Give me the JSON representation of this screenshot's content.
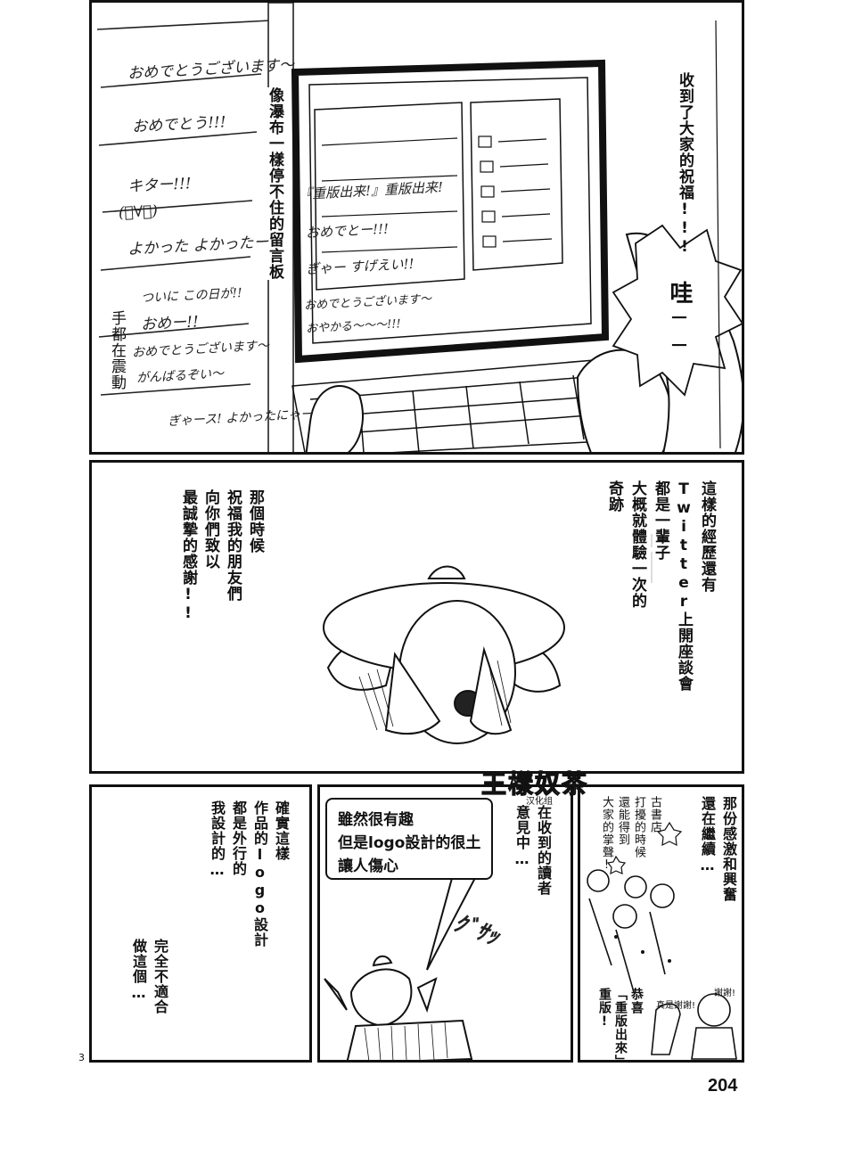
{
  "panel1": {
    "column_left": "手都在震動",
    "column_mid": "像瀑布一樣停不住的留言板",
    "column_right": "收到了大家的祝福!!!",
    "exclaim": "哇──",
    "scroll_messages": [
      "おめでとうございます〜",
      "おめでとう!!!",
      "キター!!!",
      "(ﾟ∀ﾟ)",
      "よかった よかったー",
      "ついに この日が!!",
      "おめー!!",
      "おめでとうございます〜",
      "がんばるぞい〜",
      "ぎゃース! よかったにゃー"
    ],
    "screen_messages": [
      "『重版出来!』重版出来!",
      "おめでとー!!!",
      "ぎゃー すげえい!!",
      "おめでとうございます〜",
      "おやかる〜〜〜!!!"
    ]
  },
  "panel2": {
    "text_right": "這樣的經歷還有\nTwitter上開座談會\n都是一輩子\n大概就體驗一次的\n奇跡",
    "text_left": "那個時候\n祝福我的朋友們\n向你們致以\n最誠摯的感謝!!"
  },
  "panel3": {
    "watermark": "王樣奴茶",
    "watermark_sub": "汉化组",
    "text_right_col": "那份感激和興奮\n還在繼續…",
    "text_hand_col": "古書店\n打擾的時候\n還能得到\n大家的掌聲!",
    "congrats": "恭喜\n「重版出來」\n重版!",
    "small_label_a": "真是謝謝!",
    "small_label_b": "謝謝!",
    "text_readers": "在收到的讀者\n意見中…",
    "bubble_lines": [
      "雖然很有趣",
      "但是logo設計的很土",
      "讓人傷心"
    ],
    "sfx": "ｸﾞｻｯ",
    "text_logo": "確實這樣\n作品的logo設計\n都是外行的\n我設計的…",
    "text_unfit": "完全不適合\n做這個…"
  },
  "page_number": "204",
  "side_mark": "3"
}
